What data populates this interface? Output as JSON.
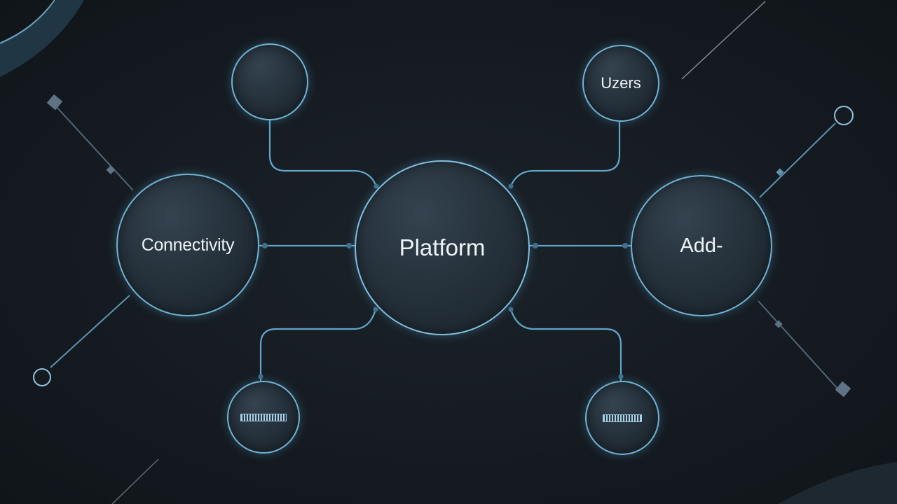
{
  "diagram": {
    "center_node": {
      "label": "Platform"
    },
    "left_node": {
      "label": "Connectivity"
    },
    "right_node": {
      "label": "Add-"
    },
    "top_right_node": {
      "label": "Uzers"
    },
    "top_left_node": {
      "label": ""
    },
    "bottom_left_node": {
      "label": ""
    },
    "bottom_right_node": {
      "label": ""
    }
  },
  "colors": {
    "background": "#151b21",
    "node_fill": "#26323c",
    "node_border": "#6fb3d4",
    "connector": "#5fa6c9",
    "text": "#eef3f6"
  }
}
